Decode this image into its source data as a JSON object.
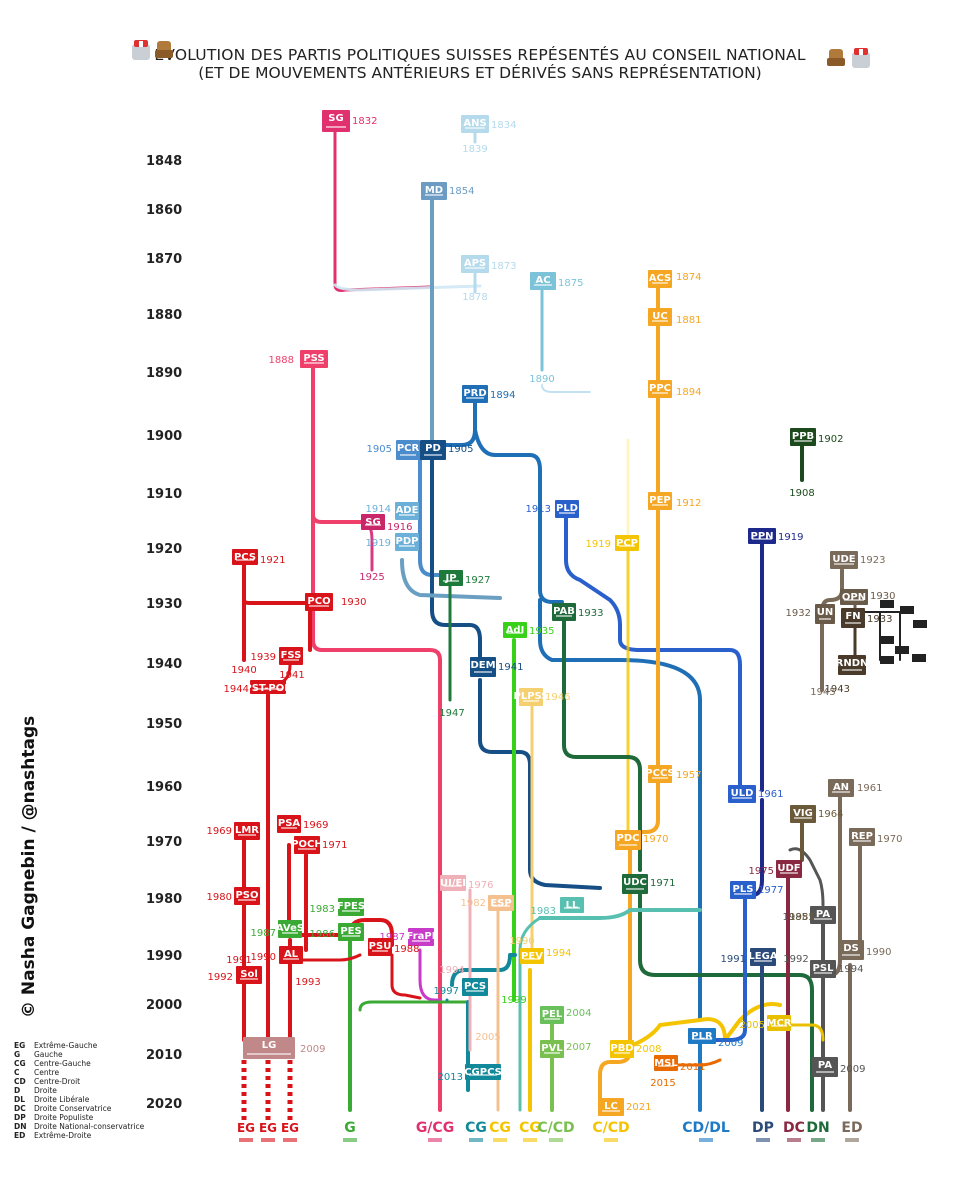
{
  "title": {
    "line1": "ÉVOLUTION DES PARTIS POLITIQUES SUISSES REPÉSENTÉS AU CONSEIL NATIONAL",
    "line2": "(ET DE MOUVEMENTS ANTÉRIEURS ET DÉRIVÉS SANS REPRÉSENTATION)"
  },
  "copyright": "© Nasha Gagnebin / @nashtags",
  "years": [
    "1848",
    "1860",
    "1870",
    "1880",
    "1890",
    "1900",
    "1910",
    "1920",
    "1930",
    "1940",
    "1950",
    "1960",
    "1970",
    "1980",
    "1990",
    "2000",
    "2010",
    "2020"
  ],
  "legend": [
    {
      "code": "EG",
      "label": "Extrême-Gauche"
    },
    {
      "code": "G",
      "label": "Gauche"
    },
    {
      "code": "CG",
      "label": "Centre-Gauche"
    },
    {
      "code": "C",
      "label": "Centre"
    },
    {
      "code": "CD",
      "label": "Centre-Droit"
    },
    {
      "code": "D",
      "label": "Droite"
    },
    {
      "code": "DL",
      "label": "Droite Libérale"
    },
    {
      "code": "DC",
      "label": "Droite Conservatrice"
    },
    {
      "code": "DP",
      "label": "Droite Populiste"
    },
    {
      "code": "DN",
      "label": "Droite National-conservatrice"
    },
    {
      "code": "ED",
      "label": "Extrême-Droite"
    }
  ],
  "colors": {
    "sg": "#e0316e",
    "pink": "#ef3f6b",
    "red": "#d8141a",
    "lightblue": "#aed8ea",
    "steel": "#6a9fc2",
    "blue": "#1f6fb6",
    "darkblue": "#164f86",
    "orange": "#f5a623",
    "yellow": "#f5c400",
    "green": "#3aaa35",
    "lime": "#38d11a",
    "darkgreen": "#1e7a3a",
    "teal": "#12899a",
    "navy": "#1d2a8c",
    "brown": "#7a6a5a",
    "maroon": "#8a2842",
    "olive": "#6a5a3a",
    "gray": "#777"
  },
  "parties": [
    {
      "id": "SG",
      "year": "1832",
      "color": "#e0316e"
    },
    {
      "id": "ANS",
      "year": "1834",
      "year2": "1839",
      "color": "#b4daec"
    },
    {
      "id": "MD",
      "year": "1854",
      "color": "#6c9cc3"
    },
    {
      "id": "APS",
      "year": "1873",
      "year2": "1878",
      "color": "#b4daec"
    },
    {
      "id": "AC",
      "year": "1875",
      "year2": "1890",
      "color": "#7cc3da"
    },
    {
      "id": "ACS",
      "year": "1874",
      "color": "#f5a623"
    },
    {
      "id": "UC",
      "year": "1881",
      "color": "#f5a623"
    },
    {
      "id": "PSS",
      "year": "1888",
      "color": "#ef3f6b"
    },
    {
      "id": "PRD",
      "year": "1894",
      "color": "#1f6fb6"
    },
    {
      "id": "PPC",
      "year": "1894",
      "color": "#f5a623"
    },
    {
      "id": "PCR",
      "year": "1905",
      "color": "#4a8ccc"
    },
    {
      "id": "PD",
      "year": "1905",
      "color": "#164f86"
    },
    {
      "id": "PPB",
      "year": "1902",
      "year2": "1908",
      "color": "#1c4a1c"
    },
    {
      "id": "PEP",
      "year": "1912",
      "color": "#f5a623"
    },
    {
      "id": "PLD",
      "year": "1913",
      "color": "#2a60cc"
    },
    {
      "id": "ADE",
      "year": "1914",
      "color": "#6ab0d8"
    },
    {
      "id": "SG",
      "year": "1916",
      "year2": "1925",
      "color": "#c8286a"
    },
    {
      "id": "PDP",
      "year": "1919",
      "color": "#6ab0d8"
    },
    {
      "id": "PCP",
      "year": "1919",
      "color": "#f5c400"
    },
    {
      "id": "PPN",
      "year": "1919",
      "color": "#1d2a8c"
    },
    {
      "id": "PCS",
      "year": "1921",
      "color": "#d8141a"
    },
    {
      "id": "UDE",
      "year": "1923",
      "color": "#7a6a5a"
    },
    {
      "id": "JP",
      "year": "1927",
      "color": "#1e7a3a"
    },
    {
      "id": "PCO",
      "year": "1930",
      "color": "#d8141a"
    },
    {
      "id": "OPN",
      "year": "1930",
      "color": "#6a5a4a"
    },
    {
      "id": "UN",
      "year": "1932",
      "color": "#6a5a4a"
    },
    {
      "id": "FN",
      "year": "1933",
      "color": "#4a3a2a"
    },
    {
      "id": "PAB",
      "year": "1933",
      "color": "#1e6a3a"
    },
    {
      "id": "AdI",
      "year": "1935",
      "color": "#38d11a"
    },
    {
      "id": "FSS",
      "year": "1939",
      "year2": "1941",
      "color": "#d8141a"
    },
    {
      "id": "DEM",
      "year": "1941",
      "color": "#164f86"
    },
    {
      "id": "RNDN",
      "year": "1943",
      "color": "#4a3a2a"
    },
    {
      "id": "PST-POP",
      "year": "1944",
      "color": "#d8141a"
    },
    {
      "id": "PLPSS",
      "year": "1946",
      "color": "#f5d070"
    },
    {
      "id": "PCCS",
      "year": "1957",
      "color": "#f5a623"
    },
    {
      "id": "AN",
      "year": "1961",
      "color": "#7a6a5a"
    },
    {
      "id": "ULD",
      "year": "1961",
      "color": "#2a60cc"
    },
    {
      "id": "VIG",
      "year": "1964",
      "color": "#6a5a3a"
    },
    {
      "id": "LMR",
      "year": "1969",
      "color": "#d8141a"
    },
    {
      "id": "PSA",
      "year": "1969",
      "color": "#d8141a"
    },
    {
      "id": "PDC",
      "year": "1970",
      "color": "#f5a623"
    },
    {
      "id": "REP",
      "year": "1970",
      "color": "#7a6a5a"
    },
    {
      "id": "POCH",
      "year": "1971",
      "color": "#d8141a"
    },
    {
      "id": "UDC",
      "year": "1971",
      "color": "#1e6a3a"
    },
    {
      "id": "UDF",
      "year": "1975",
      "color": "#8a2842"
    },
    {
      "id": "UI/EI",
      "year": "1976",
      "color": "#f0b0b8"
    },
    {
      "id": "PLS",
      "year": "1977",
      "color": "#2a60cc"
    },
    {
      "id": "PSO",
      "year": "1980",
      "color": "#d8141a"
    },
    {
      "id": "FPES",
      "year": "1983",
      "color": "#3aaa35"
    },
    {
      "id": "LL",
      "year": "1983",
      "color": "#58c0b0"
    },
    {
      "id": "ESP",
      "year": "1982",
      "color": "#f5c090"
    },
    {
      "id": "PA",
      "year": "1985",
      "color": "#555"
    },
    {
      "id": "AVeS",
      "year": "1987",
      "color": "#3aaa35"
    },
    {
      "id": "PES",
      "year": "1986",
      "color": "#3aaa35"
    },
    {
      "id": "FraPI",
      "year": "1987",
      "color": "#c83ac8"
    },
    {
      "id": "PSU",
      "year": "1988",
      "color": "#d8141a"
    },
    {
      "id": "AL",
      "year": "1990",
      "color": "#d8141a"
    },
    {
      "id": "DS",
      "year": "1990",
      "color": "#7a6a5a"
    },
    {
      "id": "LEGA",
      "year": "1991",
      "color": "#2a4a7a"
    },
    {
      "id": "Sol",
      "year": "1992",
      "color": "#d8141a"
    },
    {
      "id": "PEV",
      "year": "1994",
      "color": "#f5c400"
    },
    {
      "id": "PSL",
      "year": "1994",
      "color": "#555"
    },
    {
      "id": "PCS",
      "year": "1997",
      "color": "#12899a"
    },
    {
      "id": "PEL",
      "year": "2004",
      "color": "#6ac05a"
    },
    {
      "id": "MCR",
      "year": "2005",
      "color": "#e8c000"
    },
    {
      "id": "PVL",
      "year": "2007",
      "color": "#7ac050"
    },
    {
      "id": "PBD",
      "year": "2008",
      "color": "#f5c400"
    },
    {
      "id": "LG",
      "year": "2009",
      "color": "#c08888"
    },
    {
      "id": "PLR",
      "year": "2009",
      "color": "#1f7ac6"
    },
    {
      "id": "PA",
      "year": "2009",
      "color": "#555"
    },
    {
      "id": "MSL",
      "year": "2011",
      "color": "#e86a00"
    },
    {
      "id": "CGPCS",
      "year": "2013",
      "color": "#12899a"
    },
    {
      "id": "LC",
      "year": "2021",
      "color": "#f5a623"
    }
  ],
  "bottom_labels": [
    {
      "t": "EG",
      "c": "#d8141a"
    },
    {
      "t": "EG",
      "c": "#d8141a"
    },
    {
      "t": "EG",
      "c": "#d8141a"
    },
    {
      "t": "G",
      "c": "#3aaa35"
    },
    {
      "t": "G/CG",
      "c": "#e0316e"
    },
    {
      "t": "CG",
      "c": "#12899a"
    },
    {
      "t": "CG",
      "c": "#f5c400"
    },
    {
      "t": "CG",
      "c": "#f5c400"
    },
    {
      "t": "C/CD",
      "c": "#7ac050"
    },
    {
      "t": "C/CD",
      "c": "#f5c400"
    },
    {
      "t": "CD/DL",
      "c": "#1f7ac6"
    },
    {
      "t": "DP",
      "c": "#2a4a7a"
    },
    {
      "t": "DC",
      "c": "#8a2842"
    },
    {
      "t": "DN",
      "c": "#1e6a3a"
    },
    {
      "t": "ED",
      "c": "#555"
    },
    {
      "t": "ED",
      "c": "#7a6a5a"
    }
  ]
}
